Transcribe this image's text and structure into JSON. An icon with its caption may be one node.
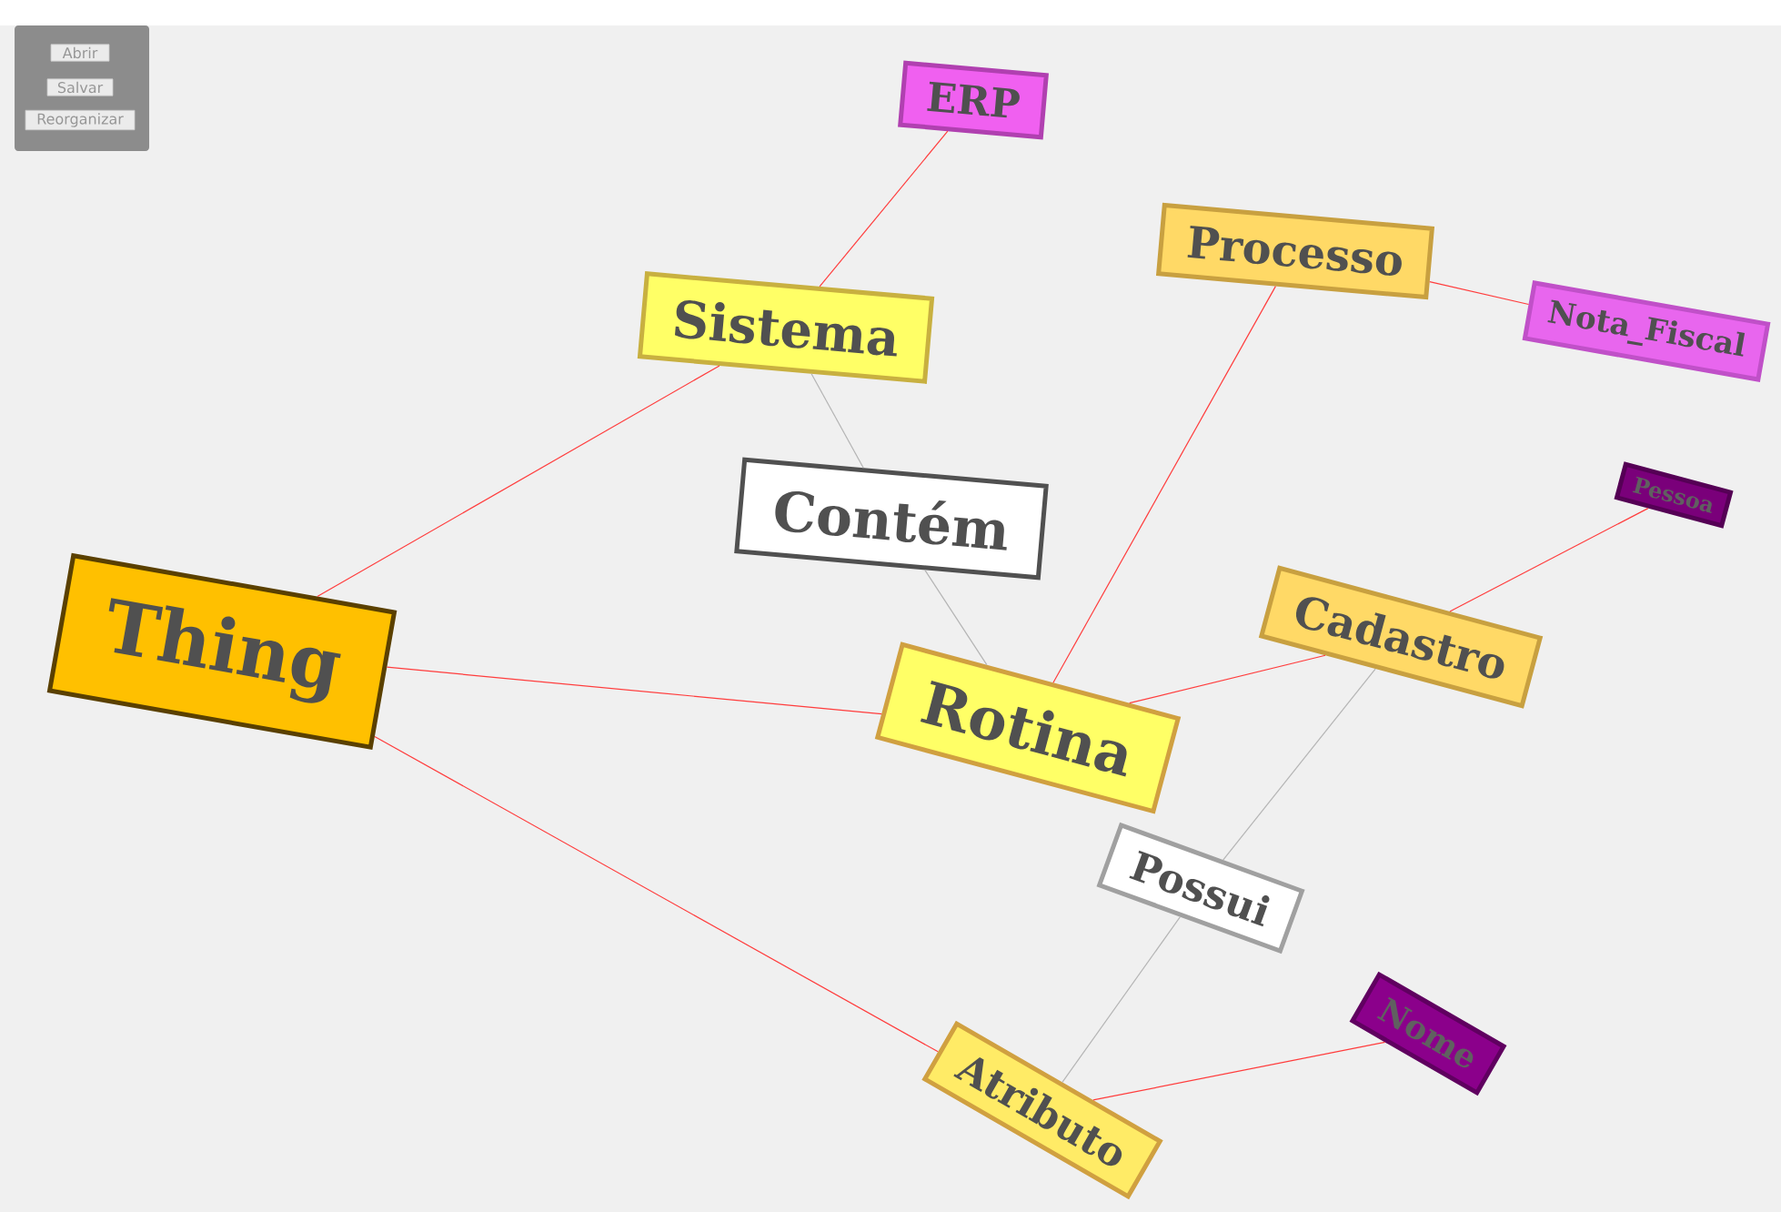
{
  "diagram": {
    "nodes": [
      {
        "text": [
          "ERP"
        ]
      },
      {
        "text": [
          "Processo"
        ]
      },
      {
        "text": [
          "Sistema"
        ]
      },
      {
        "text": [
          "Nota_Fiscal"
        ]
      },
      {
        "text": [
          "Pessoa"
        ]
      },
      {
        "text": [
          "Contém"
        ]
      },
      {
        "text": [
          "Thing"
        ]
      },
      {
        "text": [
          "Cadastro"
        ]
      },
      {
        "text": [
          "Rotina"
        ]
      },
      {
        "text": [
          "Possui"
        ]
      },
      {
        "text": [
          "Nome"
        ]
      },
      {
        "text": [
          "Atributo"
        ]
      }
    ],
    "edges": [
      {
        "from": 0,
        "to": 2,
        "arrow": "none"
      },
      {
        "from": 2,
        "to": 6,
        "arrow": "none"
      },
      {
        "from": 6,
        "to": 8,
        "arrow": "none"
      },
      {
        "from": 6,
        "to": 11,
        "arrow": "none"
      },
      {
        "from": 8,
        "to": 1,
        "arrow": "none"
      },
      {
        "from": 1,
        "to": 3,
        "arrow": "none"
      },
      {
        "from": 8,
        "to": 7,
        "arrow": "none"
      },
      {
        "from": 7,
        "to": 4,
        "arrow": "none"
      },
      {
        "from": 11,
        "to": 10,
        "arrow": "none"
      },
      {
        "from": 2,
        "to": 5,
        "arrow": "none",
        "color": "#b4b4b4"
      },
      {
        "from": 5,
        "to": 8,
        "arrow": "none",
        "color": "#b4b4b4"
      },
      {
        "from": 7,
        "to": 9,
        "arrow": "none",
        "color": "#b4b4b4"
      },
      {
        "from": 9,
        "to": 11,
        "arrow": "none",
        "color": "#b4b4b4"
      }
    ],
    "labels": [
      "Abrir",
      "Salvar",
      "Reorganizar"
    ]
  }
}
